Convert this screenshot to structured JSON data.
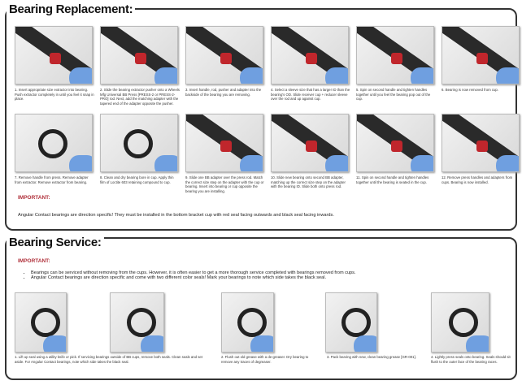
{
  "replacement": {
    "title": "Bearing Replacement:",
    "steps": [
      "1. Insert appropriate size extractor into bearing. Push extractor completely in until you feel it snap in place.",
      "2. Slide the bearing extractor pusher onto a Wheels Mfg Universal BB Press [PRESS-2 or PRESS-2-PRO] rod. Next, add the matching adapter with the tapered end of the adapter opposite the pusher.",
      "3. Insert handle, rod, pusher and adapter into the backside of the bearing you are removing.",
      "4. Select a sleeve size that has a larger ID than the bearing's OD. Slide receiver cup + reducer sleeve over the rod and up against cup.",
      "5. Spin on second handle and tighten handles together until you feel the bearing pop out of the cup.",
      "6. Bearing is now removed from cup.",
      "7. Remove handle from press. Remove adapter from extractor. Remove extractor from bearing.",
      "8. Clean and dry bearing bore in cup. Apply thin film of Loctite 603 retaining compound to cup.",
      "9. Slide one BB adapter over the press rod. Match the correct size step on the adapter with the cup or bearing. Insert into bearing or cup opposite the bearing you are installing.",
      "10. Slide new bearing onto second BB adapter, matching up the correct size step on the adapter with the bearing ID. Slide both onto press rod.",
      "11. Spin on second handle and tighten handles together until the bearing is seated in the cup.",
      "12. Remove press handles and adapters from cups. Bearing is now installed."
    ],
    "important_label": "IMPORTANT:",
    "important_text": "Angular Contact bearings are direction specific! They must be installed in the bottom bracket cup with red seal facing outwards and black seal facing inwards."
  },
  "service": {
    "title": "Bearing Service:",
    "important_label": "IMPORTANT:",
    "bullets": [
      "Bearings can be serviced without removing from the cups. However, it is often easier to get a more thorough service completed with bearings removed from cups.",
      "Angular Contact bearings are direction specific and come with two different color seals! Mark your bearings to note which side takes the black seal."
    ],
    "steps": [
      "1. Lift up seal using a utility knife or pick. If servicing bearings outside of BB cups, remove both seals. Clean seals and set aside. For Angular Contact bearings, note which side takes the black seal.",
      "2. Flush out old grease with a de-greaser. Dry bearing to remove any traces of degreaser.",
      "3. Pack bearing with new, clean bearing grease [GR-001].",
      "4. Lightly press seals onto bearing. Seals should sit flush to the outer face of the bearing races."
    ]
  },
  "colors": {
    "important": "#b0303a",
    "glove": "#6f9fe0",
    "seal_red": "#c0262c"
  }
}
